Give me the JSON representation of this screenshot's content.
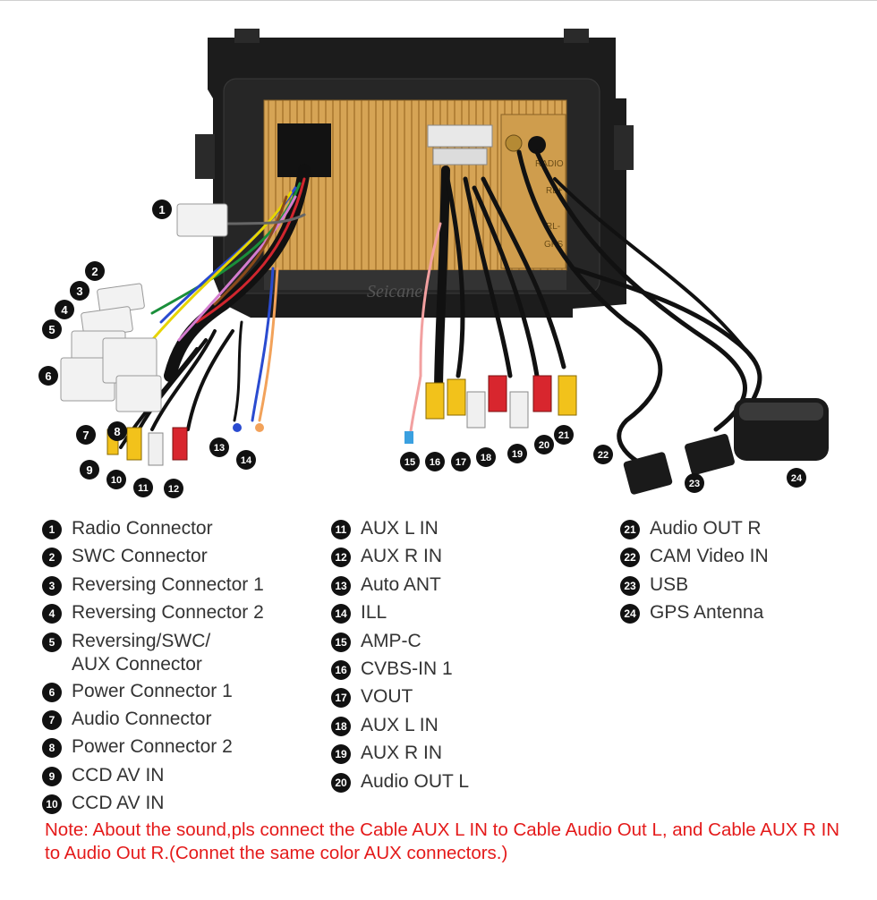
{
  "brand": "Seicane",
  "panel_text": [
    "RADIO",
    "RL+",
    "RL-",
    "GPS"
  ],
  "callouts": [
    {
      "n": "1",
      "label": "Radio Connector"
    },
    {
      "n": "2",
      "label": "SWC Connector"
    },
    {
      "n": "3",
      "label": "Reversing Connector 1"
    },
    {
      "n": "4",
      "label": "Reversing Connector 2"
    },
    {
      "n": "5",
      "label": "Reversing/SWC/\nAUX Connector"
    },
    {
      "n": "6",
      "label": "Power Connector 1"
    },
    {
      "n": "7",
      "label": "Audio Connector"
    },
    {
      "n": "8",
      "label": "Power Connector 2"
    },
    {
      "n": "9",
      "label": "CCD AV IN"
    },
    {
      "n": "10",
      "label": "CCD AV IN"
    },
    {
      "n": "11",
      "label": "AUX L IN"
    },
    {
      "n": "12",
      "label": "AUX R IN"
    },
    {
      "n": "13",
      "label": "Auto ANT"
    },
    {
      "n": "14",
      "label": "ILL"
    },
    {
      "n": "15",
      "label": "AMP-C"
    },
    {
      "n": "16",
      "label": "CVBS-IN 1"
    },
    {
      "n": "17",
      "label": "VOUT"
    },
    {
      "n": "18",
      "label": "AUX L IN"
    },
    {
      "n": "19",
      "label": "AUX R IN"
    },
    {
      "n": "20",
      "label": "Audio OUT L"
    },
    {
      "n": "21",
      "label": "Audio OUT R"
    },
    {
      "n": "22",
      "label": "CAM Video IN"
    },
    {
      "n": "23",
      "label": "USB"
    },
    {
      "n": "24",
      "label": "GPS Antenna"
    }
  ],
  "note": "Note: About the sound,pls connect the Cable AUX L IN to Cable Audio Out L, and Cable AUX R IN to  Audio Out R.(Connet the same color AUX connectors.)",
  "colors": {
    "badge": "#111111",
    "note": "#e41a1a",
    "panel": "#d6a455",
    "rca_red": "#d8262e",
    "rca_yellow": "#f2c21b",
    "rca_white": "#f0f0f0"
  }
}
